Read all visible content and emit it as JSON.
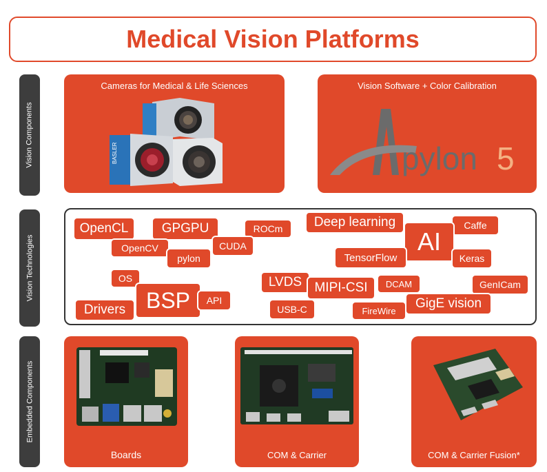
{
  "title": "Medical Vision Platforms",
  "sidebar": {
    "vision_components": "Vision Components",
    "vision_technologies": "Vision Technologies",
    "embedded_components": "Embedded Components"
  },
  "components": {
    "cameras_caption": "Cameras for Medical & Life Sciences",
    "software_caption": "Vision Software + Color Calibration",
    "pylon_word": "pylon",
    "pylon_version": "5",
    "camera_brand": "BASLER"
  },
  "technologies": {
    "opencl": "OpenCL",
    "gpgpu": "GPGPU",
    "rocm": "ROCm",
    "deep_learning": "Deep learning",
    "caffe": "Caffe",
    "opencv": "OpenCV",
    "cuda": "CUDA",
    "pylon": "pylon",
    "ai": "AI",
    "tensorflow": "TensorFlow",
    "keras": "Keras",
    "os": "OS",
    "lvds": "LVDS",
    "mipi": "MIPI-CSI",
    "dcam": "DCAM",
    "genicam": "GenICam",
    "bsp": "BSP",
    "api": "API",
    "drivers": "Drivers",
    "usbc": "USB-C",
    "firewire": "FireWire",
    "gige": "GigE vision"
  },
  "embedded": {
    "boards": "Boards",
    "com_carrier": "COM & Carrier",
    "com_fusion": "COM & Carrier Fusion*"
  },
  "colors": {
    "accent": "#e0492a",
    "dark": "#3d3d3d"
  }
}
